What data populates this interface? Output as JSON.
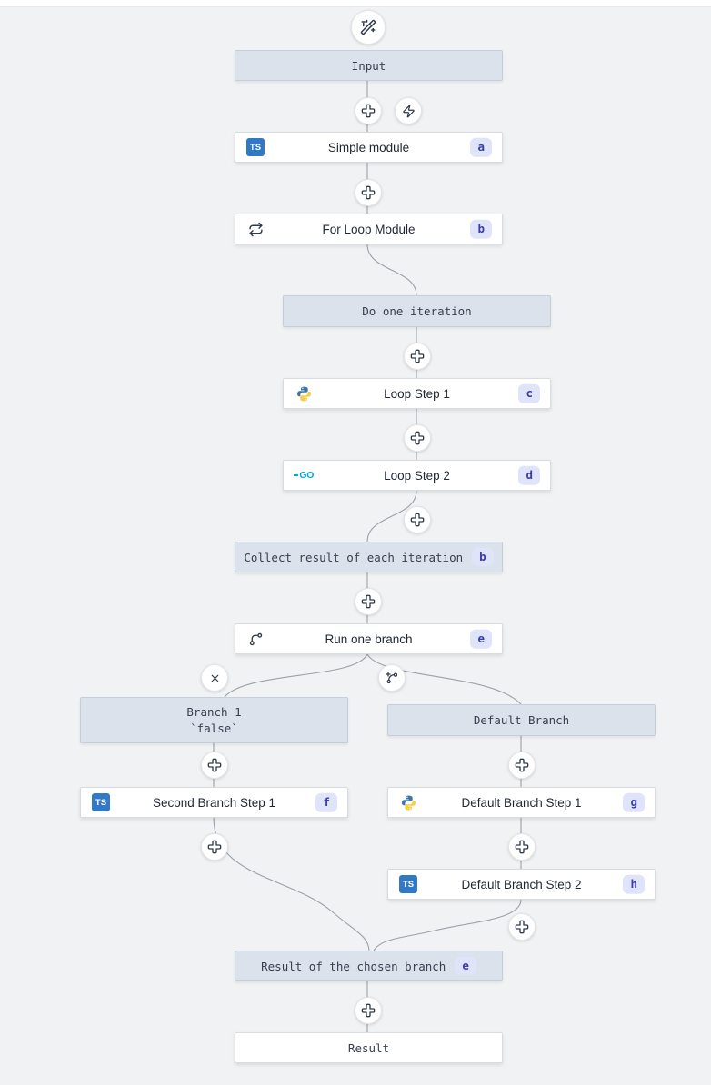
{
  "app": {
    "name_hint": "flow-editor-canvas"
  },
  "colors": {
    "canvas_bg": "#f1f2f4",
    "virtual_node_bg": "#dbe2eb",
    "virtual_node_border": "#c5cedb",
    "module_node_bg": "#ffffff",
    "module_node_border": "#d9dcdf",
    "badge_bg": "#e0e4fb",
    "badge_text": "#3b3aa8",
    "wire": "#9aa1a9",
    "icon_stroke": "#2f3a4a",
    "typescript_blue": "#3178c6",
    "python_blue": "#3b76a9",
    "python_yellow": "#f7cf3e",
    "go_cyan": "#00acd7"
  },
  "icons": {
    "trigger": "wand-sparkles-icon",
    "insert": "plus-cross-icon",
    "zap": "zap-icon",
    "remove_branch": "x-icon",
    "add_branch": "branch-plus-icon",
    "typescript_label": "TS",
    "go_label": "GO"
  },
  "flow": {
    "nodes": [
      {
        "id": "input",
        "kind": "virtual",
        "label": "Input"
      },
      {
        "id": "a",
        "kind": "module",
        "lang": "typescript",
        "label": "Simple module",
        "badge": "a"
      },
      {
        "id": "b",
        "kind": "module",
        "lang": "forloop",
        "label": "For Loop Module",
        "badge": "b"
      },
      {
        "id": "do_iteration",
        "kind": "virtual",
        "label": "Do one iteration"
      },
      {
        "id": "c",
        "kind": "module",
        "lang": "python",
        "label": "Loop Step 1",
        "badge": "c"
      },
      {
        "id": "d",
        "kind": "module",
        "lang": "go",
        "label": "Loop Step 2",
        "badge": "d"
      },
      {
        "id": "collect",
        "kind": "virtual",
        "label": "Collect result of each iteration",
        "badge": "b"
      },
      {
        "id": "e",
        "kind": "module",
        "lang": "branchone",
        "label": "Run one branch",
        "badge": "e"
      },
      {
        "id": "branch1",
        "kind": "virtual",
        "label": "Branch 1",
        "sublabel": "`false`"
      },
      {
        "id": "default_branch",
        "kind": "virtual",
        "label": "Default Branch"
      },
      {
        "id": "f",
        "kind": "module",
        "lang": "typescript",
        "label": "Second Branch Step 1",
        "badge": "f"
      },
      {
        "id": "g",
        "kind": "module",
        "lang": "python",
        "label": "Default Branch Step 1",
        "badge": "g"
      },
      {
        "id": "h",
        "kind": "module",
        "lang": "typescript",
        "label": "Default Branch Step 2",
        "badge": "h"
      },
      {
        "id": "merge",
        "kind": "virtual",
        "label": "Result of the chosen branch",
        "badge": "e"
      },
      {
        "id": "result",
        "kind": "result",
        "label": "Result"
      }
    ]
  }
}
